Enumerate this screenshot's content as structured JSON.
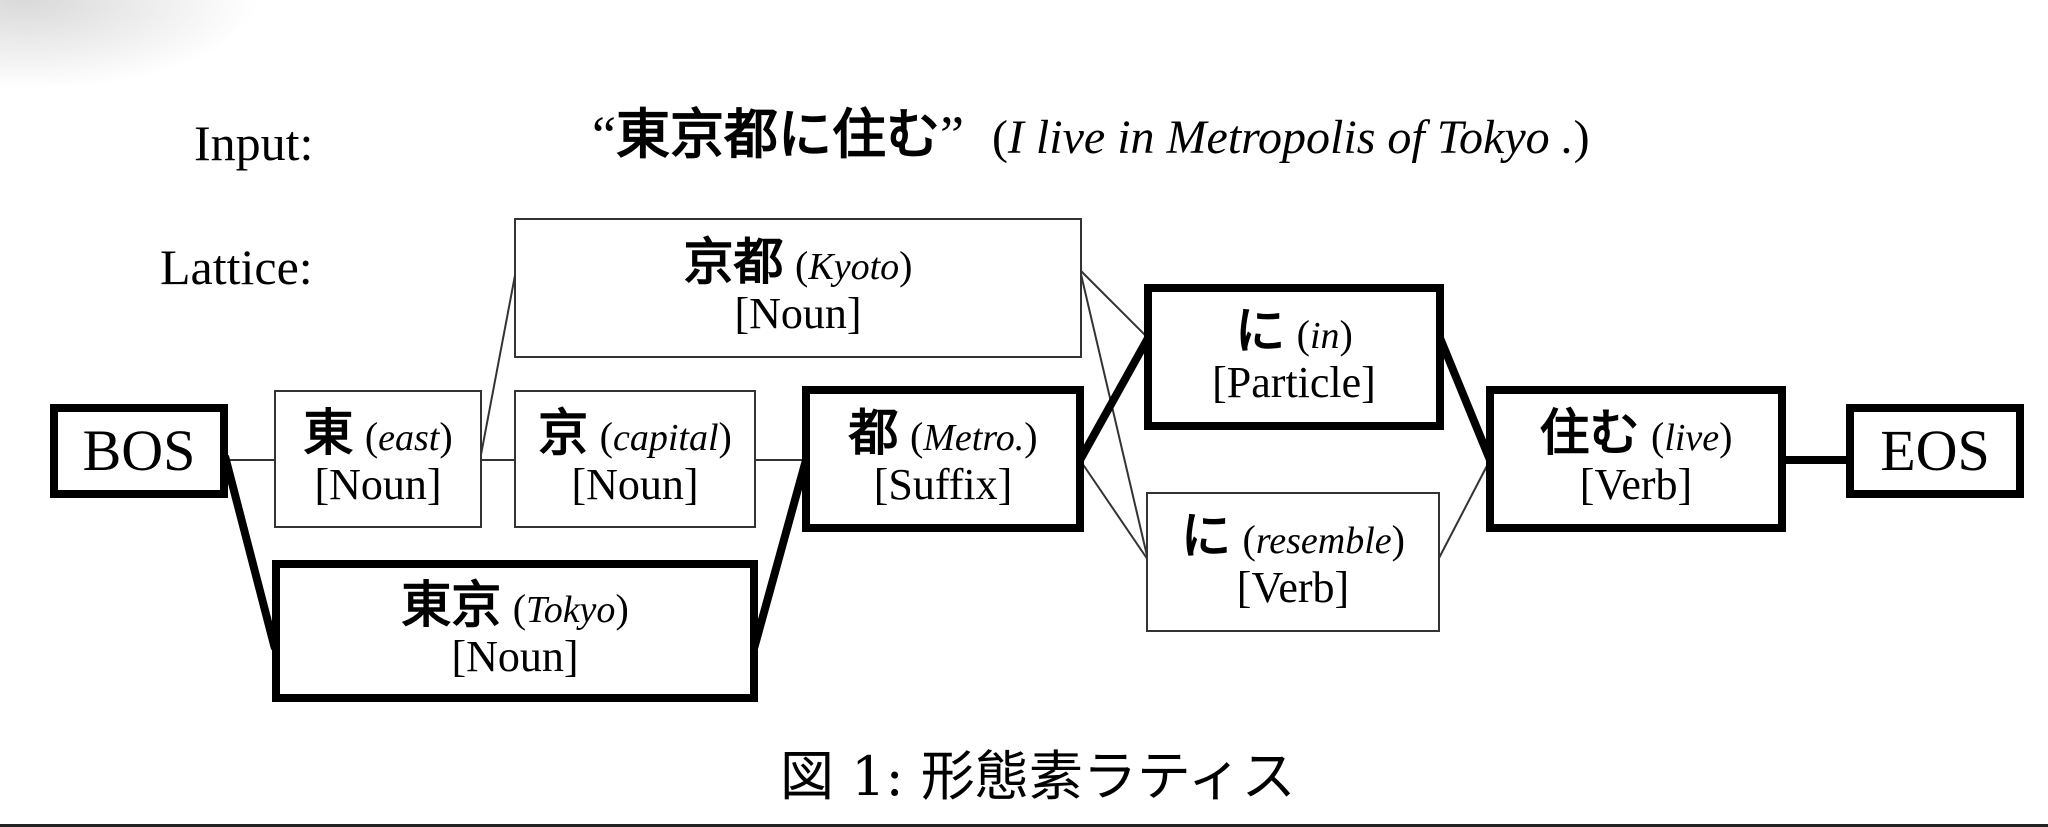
{
  "input": {
    "label": "Input:",
    "open_quote": "“",
    "japanese": "東京都に住む",
    "close_quote": "”",
    "paren_open": "(",
    "translation": "I live in Metropolis of  Tokyo .",
    "paren_close": ")"
  },
  "lattice": {
    "label": "Lattice:",
    "nodes": {
      "bos": {
        "surface": "BOS"
      },
      "higashi": {
        "surface": "東",
        "gloss": "east",
        "pos": "[Noun]"
      },
      "kyo": {
        "surface": "京",
        "gloss": "capital",
        "pos": "[Noun]"
      },
      "kyoto": {
        "surface": "京都",
        "gloss": "Kyoto",
        "pos": "[Noun]"
      },
      "tokyo": {
        "surface": "東京",
        "gloss": "Tokyo",
        "pos": "[Noun]"
      },
      "to": {
        "surface": "都",
        "gloss": "Metro.",
        "pos": "[Suffix]"
      },
      "ni_particle": {
        "surface": "に",
        "gloss": "in",
        "pos": "[Particle]"
      },
      "ni_verb": {
        "surface": "に",
        "gloss": "resemble",
        "pos": "[Verb]"
      },
      "sumu": {
        "surface": "住む",
        "gloss": "live",
        "pos": "[Verb]"
      },
      "eos": {
        "surface": "EOS"
      }
    }
  },
  "caption": "図 1: 形態素ラティス"
}
